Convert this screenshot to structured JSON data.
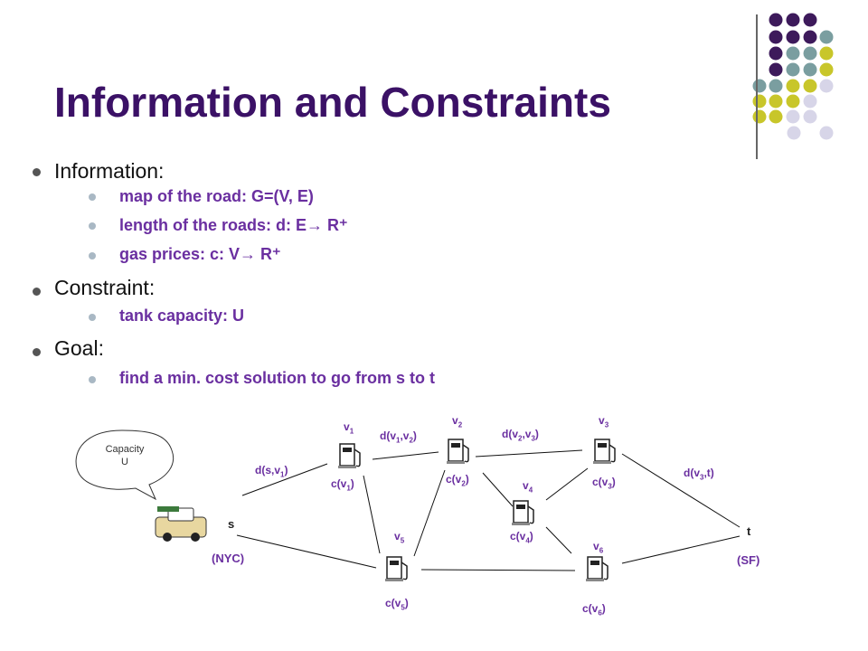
{
  "title": "Information and Constraints",
  "bullets": [
    {
      "heading": "Information:",
      "items": [
        "map of the road: G=(V, E)",
        "length of the roads:  d: E→ R⁺",
        "gas prices:  c: V→ R⁺"
      ]
    },
    {
      "heading": "Constraint:",
      "items": [
        "tank capacity: U"
      ]
    },
    {
      "heading": "Goal:",
      "items": [
        "find a min. cost solution to go from s to t"
      ]
    }
  ],
  "diagram": {
    "bubble": [
      "Capacity",
      "U"
    ],
    "s_label": "s",
    "s_city": "(NYC)",
    "t_label": "t",
    "t_city": "(SF)",
    "nodes": [
      "v1",
      "v2",
      "v3",
      "v4",
      "v5",
      "v6"
    ],
    "costs": [
      "c(v1)",
      "c(v2)",
      "c(v3)",
      "c(v4)",
      "c(v5)",
      "c(v6)"
    ],
    "edges": [
      "d(s,v1)",
      "d(v1,v2)",
      "d(v2,v3)",
      "d(v3,t)"
    ]
  },
  "colors": {
    "title": "#3b1166",
    "accent": "#6a2fa0",
    "dot_purple": "#3d1a5b",
    "dot_teal": "#7a9ea0",
    "dot_yellow": "#c8c62a",
    "dot_lavender": "#d7d5e8"
  }
}
